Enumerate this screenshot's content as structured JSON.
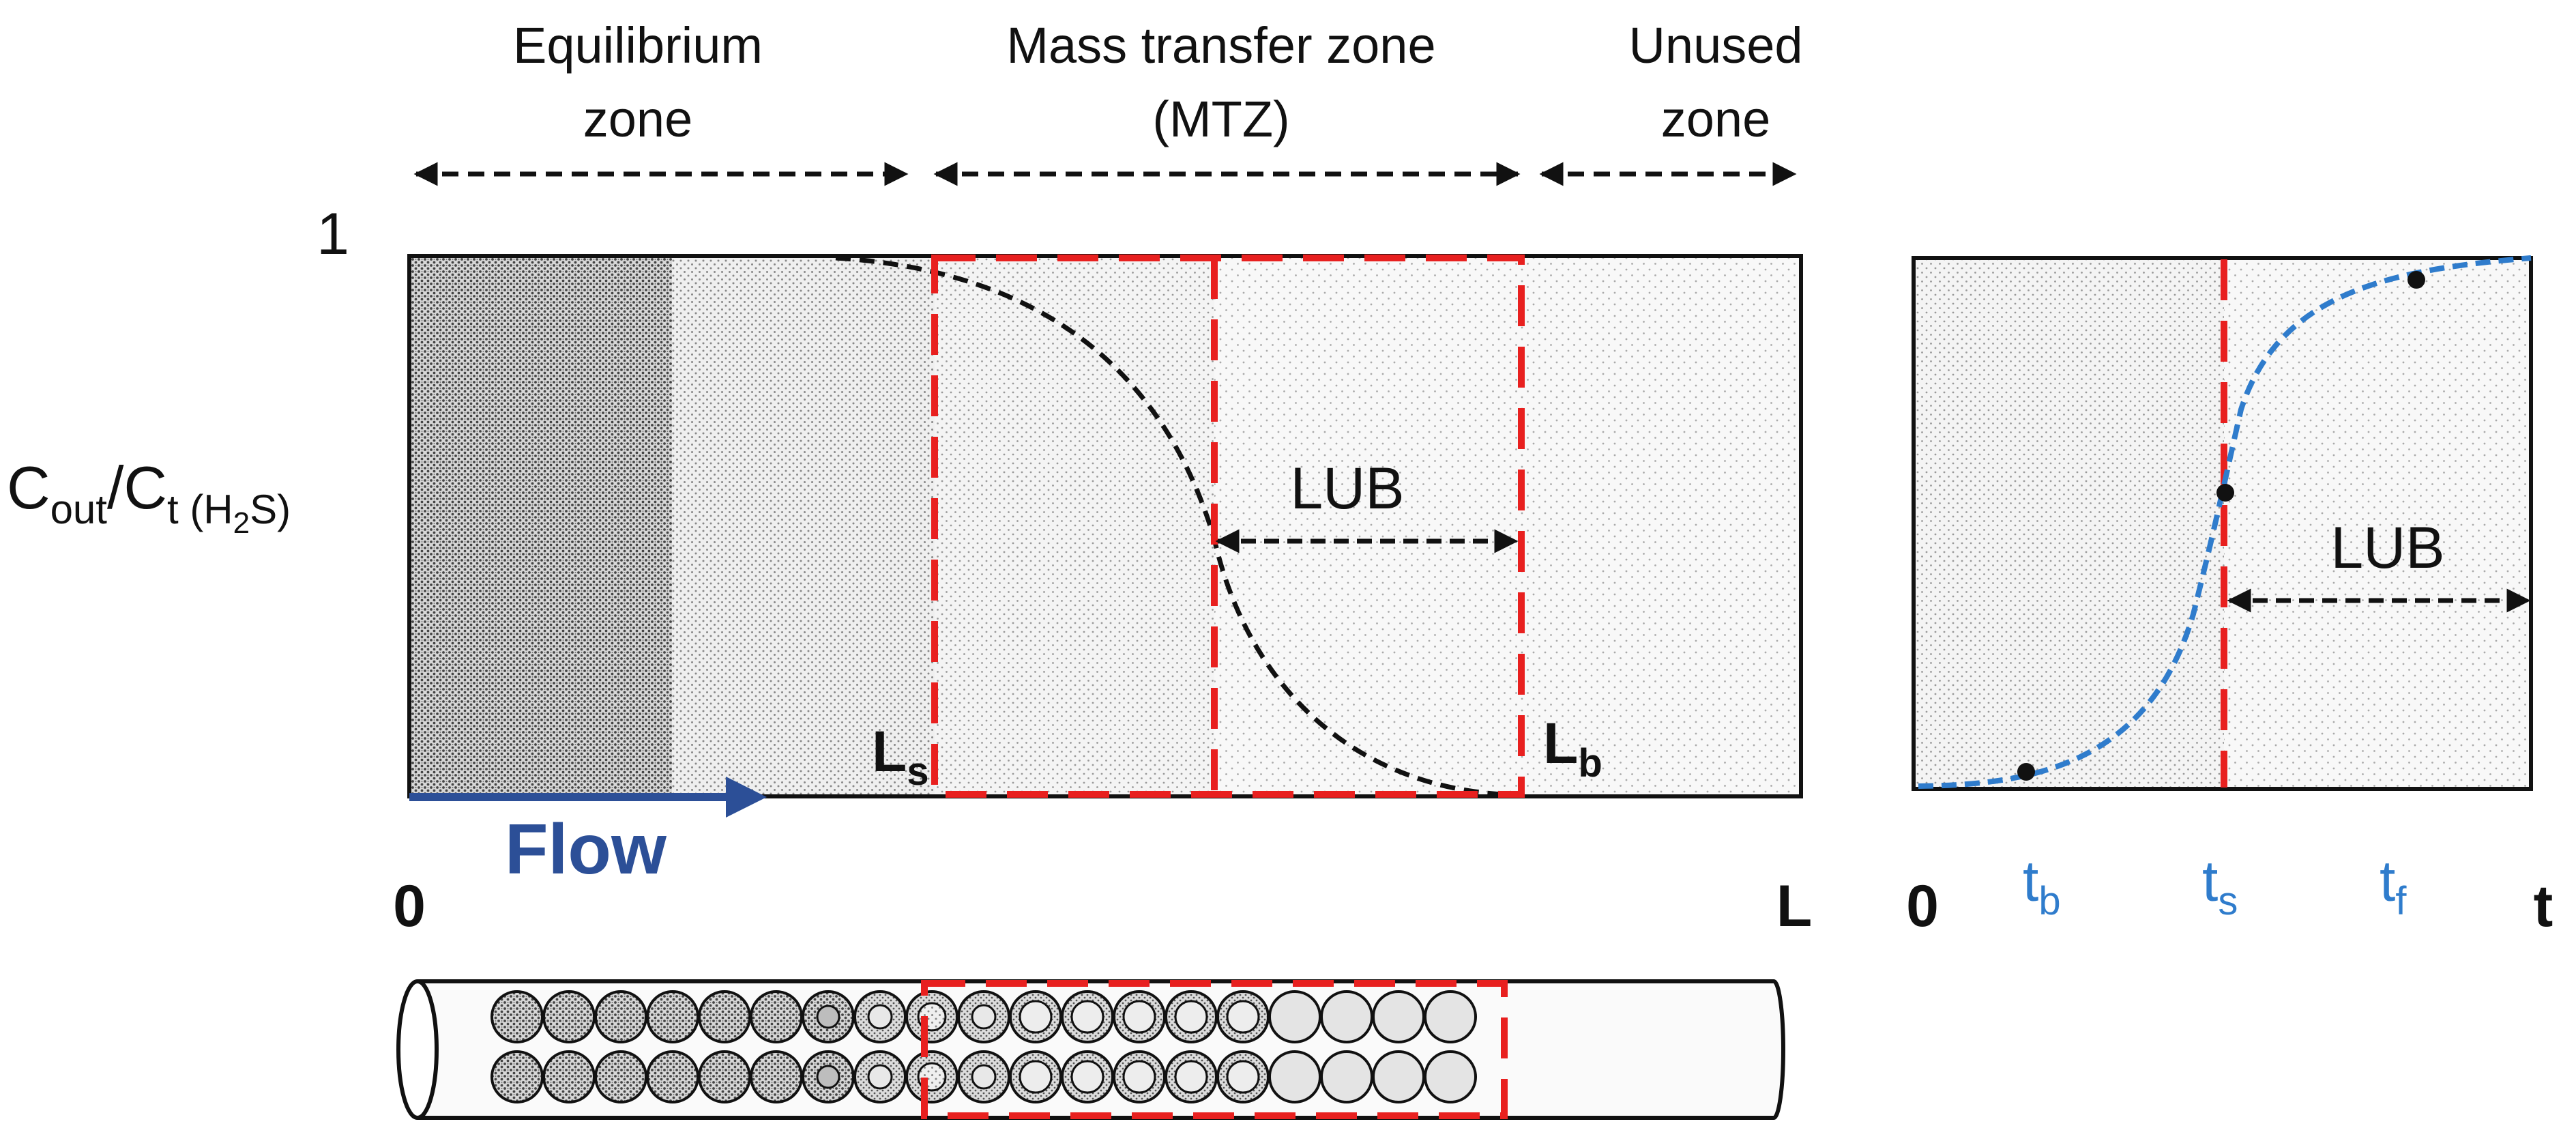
{
  "zones": {
    "equilibrium": [
      "Equilibrium",
      "zone"
    ],
    "mtz": [
      "Mass transfer zone",
      "(MTZ)"
    ],
    "unused": [
      "Unused",
      "zone"
    ]
  },
  "ylabel": {
    "main": "C",
    "sub_out": "out",
    "slash": "/C",
    "sub_t": "t (H",
    "sub_2": "2",
    "sub_s": "S)"
  },
  "y_tick_one": "1",
  "left_plot": {
    "lub": "LUB",
    "ls": {
      "main": "L",
      "sub": "s"
    },
    "lb": {
      "main": "L",
      "sub": "b"
    },
    "x_start": "0",
    "x_end": "L",
    "flow": "Flow"
  },
  "right_plot": {
    "lub": "LUB",
    "x_start": "0",
    "x_end": "t",
    "tb": {
      "main": "t",
      "sub": "b"
    },
    "ts": {
      "main": "t",
      "sub": "s"
    },
    "tf": {
      "main": "t",
      "sub": "f"
    }
  },
  "colors": {
    "mtz_outline": "#e8201f",
    "breakthrough_curve": "#2f7ccc",
    "flow_arrow": "#2c4f97",
    "time_labels": "#2f7ccc"
  }
}
